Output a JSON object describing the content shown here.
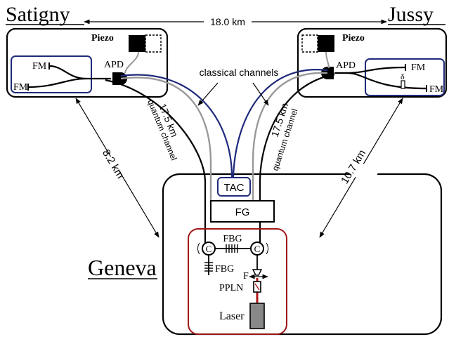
{
  "sites": {
    "satigny": "Satigny",
    "jussy": "Jussy",
    "geneva": "Geneva"
  },
  "distances": {
    "satigny_jussy": "18.0 km",
    "satigny_geneva": "8.2 km",
    "jussy_geneva": "10.7 km",
    "fiber_left": "17.5 km",
    "fiber_right": "17.5 km"
  },
  "labels": {
    "piezo_left": "Piezo",
    "piezo_right": "Piezo",
    "apd_left": "APD",
    "apd_right": "APD",
    "fm": "FM",
    "delta": "δ",
    "classical_channels": "classical channels",
    "quantum_channel": "quantum channel",
    "tac": "TAC",
    "fg": "FG",
    "fbg": "FBG",
    "circulator": "C",
    "filter": "F",
    "ppln": "PPLN",
    "laser": "Laser"
  },
  "colors": {
    "classical_gray": "#999999",
    "classical_blue": "#1f2a7a",
    "source_box_red": "#a01818",
    "interferometer_blue": "#1f2a7a",
    "pump_red": "#b01818"
  }
}
